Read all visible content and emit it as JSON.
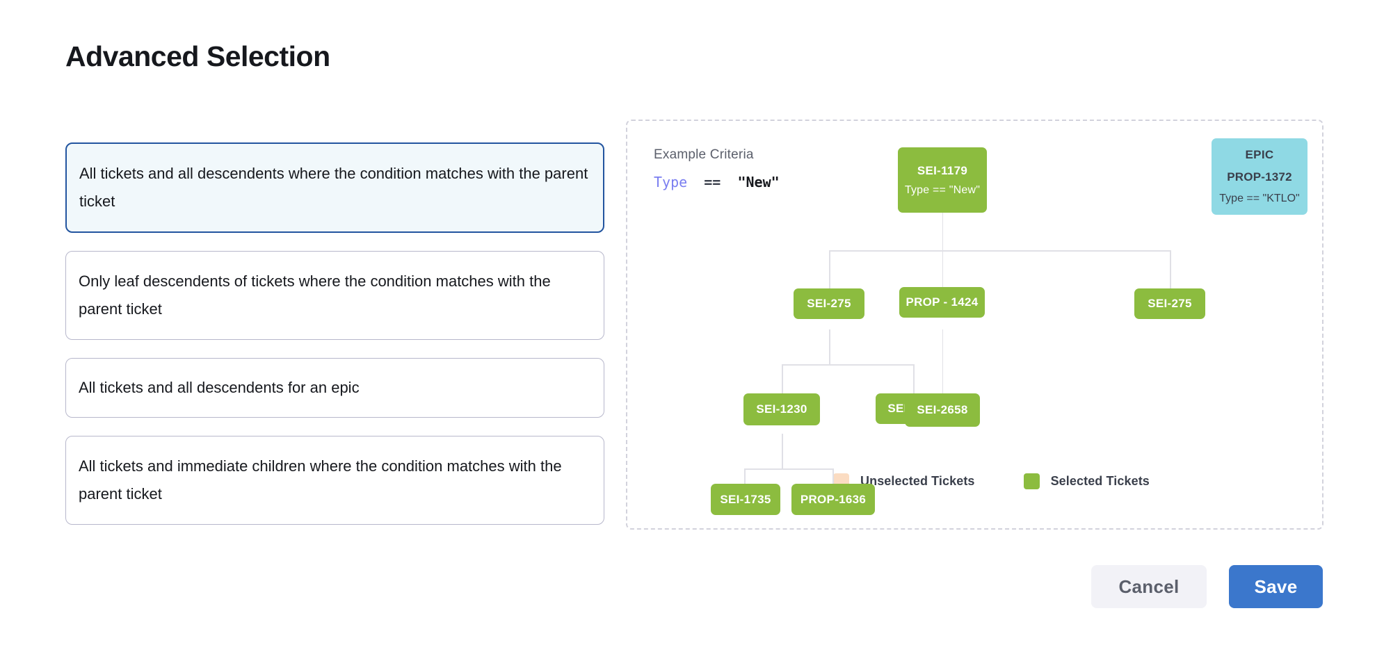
{
  "page": {
    "title": "Advanced Selection"
  },
  "options": [
    {
      "id": "all-descendents-condition",
      "label": "All tickets and all descendents where the condition matches with the parent ticket",
      "selected": true
    },
    {
      "id": "leaf-descendents-condition",
      "label": "Only leaf descendents of tickets where the condition matches with the parent ticket",
      "selected": false
    },
    {
      "id": "all-descendents-epic",
      "label": "All tickets and all descendents for an epic",
      "selected": false
    },
    {
      "id": "immediate-children-condition",
      "label": "All tickets and immediate children where the condition matches with the parent ticket",
      "selected": false
    }
  ],
  "diagram": {
    "criteria_label": "Example Criteria",
    "criteria": {
      "field": "Type",
      "operator": "==",
      "value": "\"New\""
    },
    "nodes": [
      {
        "id": "sei-1179",
        "line1": "SEI-1179",
        "line2": "Type == \"New\"",
        "state": "selected"
      },
      {
        "id": "epic-prop-1372",
        "line1": "EPIC",
        "line2": "PROP-1372",
        "line3": "Type == \"KTLO\"",
        "state": "epic"
      },
      {
        "id": "sei-275-left",
        "line1": "SEI-275",
        "state": "selected"
      },
      {
        "id": "prop-1424",
        "line1": "PROP - 1424",
        "state": "selected"
      },
      {
        "id": "sei-275-right",
        "line1": "SEI-275",
        "state": "selected"
      },
      {
        "id": "sei-1230",
        "line1": "SEI-1230",
        "state": "selected"
      },
      {
        "id": "sei-1735-mid",
        "line1": "SEI-1735",
        "state": "selected"
      },
      {
        "id": "sei-2658",
        "line1": "SEI-2658",
        "state": "selected"
      },
      {
        "id": "sei-1735-leaf",
        "line1": "SEI-1735",
        "state": "selected"
      },
      {
        "id": "prop-1636",
        "line1": "PROP-1636",
        "state": "selected"
      }
    ],
    "edges": [
      {
        "from": "sei-1179",
        "to": "sei-275-left"
      },
      {
        "from": "sei-1179",
        "to": "prop-1424"
      },
      {
        "from": "sei-1179",
        "to": "sei-275-right"
      },
      {
        "from": "sei-275-left",
        "to": "sei-1230"
      },
      {
        "from": "sei-275-left",
        "to": "sei-1735-mid"
      },
      {
        "from": "prop-1424",
        "to": "sei-2658"
      },
      {
        "from": "sei-1230",
        "to": "sei-1735-leaf"
      },
      {
        "from": "sei-1230",
        "to": "prop-1636"
      }
    ],
    "legend": [
      {
        "id": "unselected",
        "label": "Unselected Tickets",
        "color": "#fbdcc2"
      },
      {
        "id": "selected",
        "label": "Selected Tickets",
        "color": "#8cbc3f"
      }
    ]
  },
  "footer": {
    "cancel_label": "Cancel",
    "save_label": "Save"
  },
  "colors": {
    "selected_node": "#8cbc3f",
    "epic_node": "#8fd9e4",
    "unselected_node": "#fbdcc2",
    "accent_blue": "#3b77cc",
    "selected_card_border": "#22549f",
    "selected_card_bg": "#f1f8fb"
  }
}
